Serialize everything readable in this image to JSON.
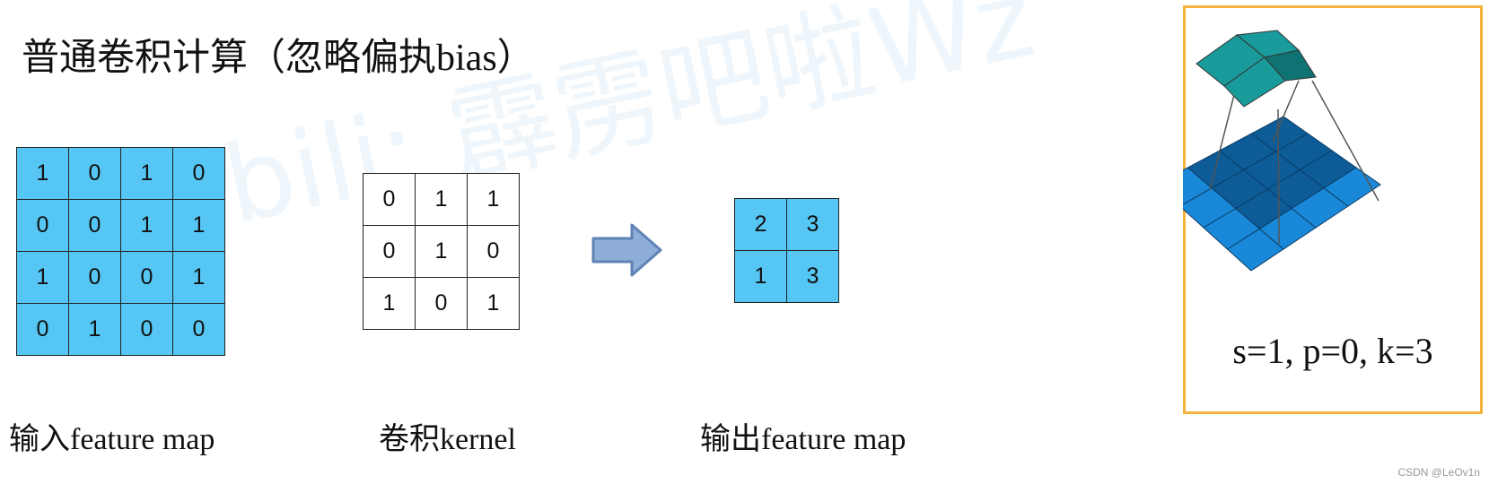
{
  "title": {
    "cn": "普通卷积计算（忽略偏执",
    "latin": "bias",
    "close": "）"
  },
  "watermark": "bilibili: 霹雳吧啦Wz",
  "input": {
    "caption_cn": "输入",
    "caption_latin": "feature map",
    "rows": [
      [
        "1",
        "0",
        "1",
        "0"
      ],
      [
        "0",
        "0",
        "1",
        "1"
      ],
      [
        "1",
        "0",
        "0",
        "1"
      ],
      [
        "0",
        "1",
        "0",
        "0"
      ]
    ]
  },
  "kernel": {
    "caption_cn": "卷积",
    "caption_latin": "kernel",
    "rows": [
      [
        "0",
        "1",
        "1"
      ],
      [
        "0",
        "1",
        "0"
      ],
      [
        "1",
        "0",
        "1"
      ]
    ]
  },
  "output": {
    "caption_cn": "输出",
    "caption_latin": "feature map",
    "rows": [
      [
        "2",
        "3"
      ],
      [
        "1",
        "3"
      ]
    ]
  },
  "illustration": {
    "caption": "s=1, p=0, k=3"
  },
  "footer": "CSDN @LeOv1n",
  "colors": {
    "cell_blue": "#56c6f4",
    "arrow_fill": "#8eaed8",
    "arrow_stroke": "#5f83b5",
    "frame": "#f6b23a",
    "teal": "#1a9b9b",
    "teal_dark": "#0f7373",
    "base_blue": "#1a88d8",
    "base_dark": "#0d5c98"
  }
}
